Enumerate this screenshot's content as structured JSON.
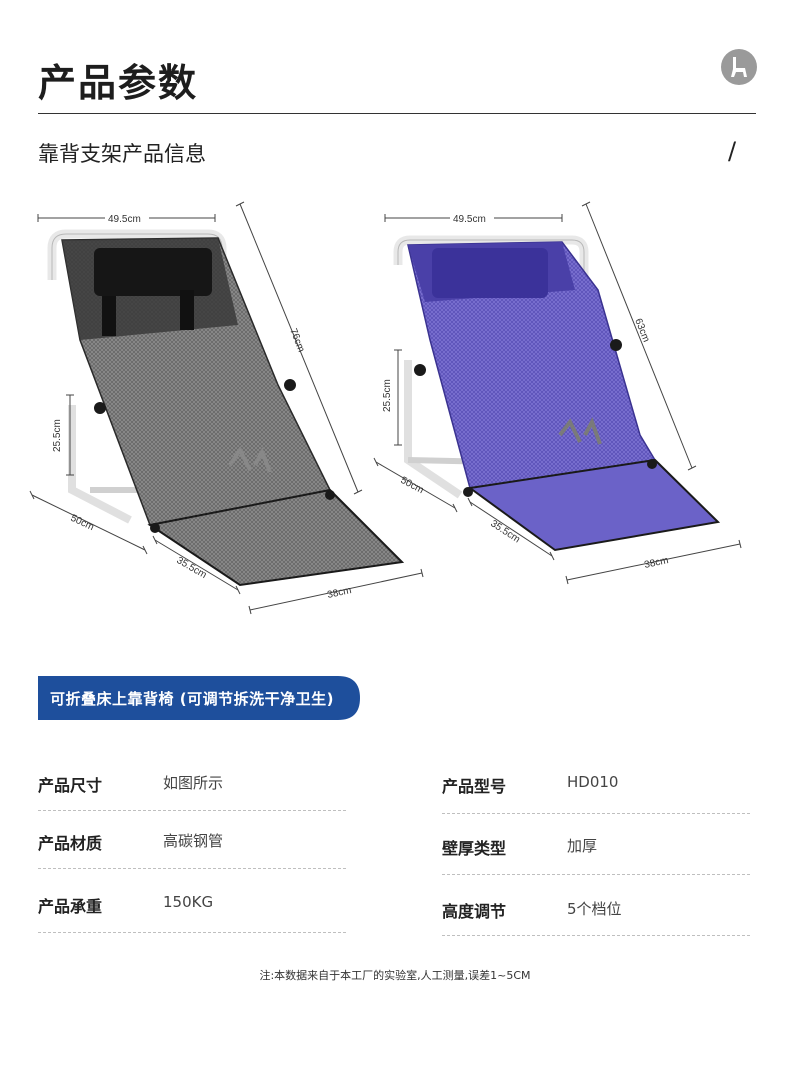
{
  "header": {
    "title": "产品参数",
    "subtitle": "靠背支架产品信息",
    "slash": "/"
  },
  "products": {
    "left": {
      "mesh_color": "#3a3a3a",
      "dimensions": {
        "width_top": "49.5cm",
        "back_height": "76cm",
        "side_height": "25.5cm",
        "base_depth": "50cm",
        "seat_length": "35.5cm",
        "seat_width": "38cm"
      }
    },
    "right": {
      "mesh_color": "#5a4fb8",
      "dimensions": {
        "width_top": "49.5cm",
        "back_height": "63cm",
        "side_height": "25.5cm",
        "base_depth": "50cm",
        "seat_length": "35.5cm",
        "seat_width": "38cm"
      }
    }
  },
  "banner": {
    "text": "可折叠床上靠背椅 (可调节拆洗干净卫生)",
    "color": "#1e4f9c"
  },
  "specs": {
    "left": [
      {
        "label": "产品尺寸",
        "value": "如图所示"
      },
      {
        "label": "产品材质",
        "value": "高碳钢管"
      },
      {
        "label": "产品承重",
        "value": "150KG"
      }
    ],
    "right": [
      {
        "label": "产品型号",
        "value": "HD010"
      },
      {
        "label": "壁厚类型",
        "value": "加厚"
      },
      {
        "label": "高度调节",
        "value": "5个档位"
      }
    ]
  },
  "note": "注:本数据来自于本工厂的实验室,人工测量,误差1~5CM"
}
